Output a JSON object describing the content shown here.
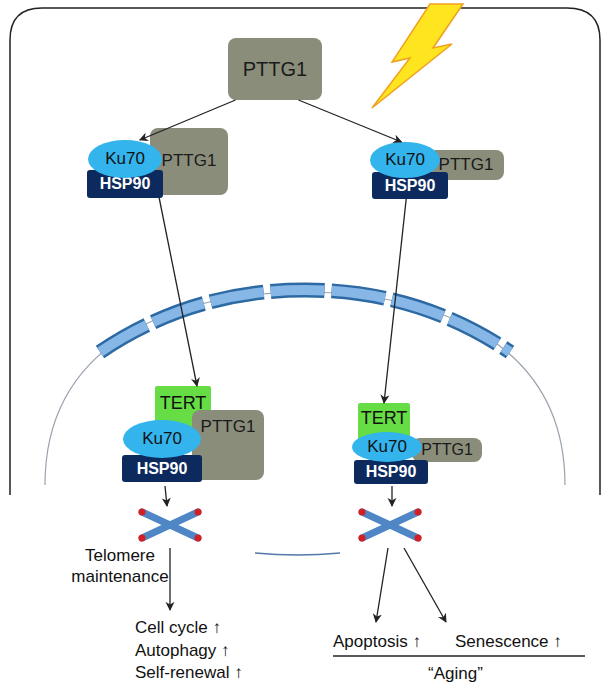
{
  "diagram": {
    "nodes": [
      {
        "text": [
          "PTTG1"
        ]
      },
      {
        "text": [
          "Ku70"
        ]
      },
      {
        "text": [
          "PTTG1"
        ]
      },
      {
        "text": [
          "HSP90"
        ]
      },
      {
        "text": [
          "Ku70"
        ]
      },
      {
        "text": [
          "PTTG1"
        ]
      },
      {
        "text": [
          "HSP90"
        ]
      },
      {
        "text": [
          "TERT"
        ]
      },
      {
        "text": [
          "Ku70"
        ]
      },
      {
        "text": [
          "PTTG1"
        ]
      },
      {
        "text": [
          "HSP90"
        ]
      },
      {
        "text": [
          "TERT"
        ]
      },
      {
        "text": [
          "Ku70"
        ]
      },
      {
        "text": [
          "PTTG1"
        ]
      },
      {
        "text": [
          "HSP90"
        ]
      }
    ],
    "edges": [
      {
        "from": 0,
        "to": 1,
        "arrow": "to"
      },
      {
        "from": 0,
        "to": 4,
        "arrow": "to"
      },
      {
        "from": 3,
        "to": 7,
        "arrow": "to"
      },
      {
        "from": 6,
        "to": 11,
        "arrow": "to"
      }
    ],
    "labels": [
      "Telomere maintenance",
      "Cell cycle ↑",
      "Autophagy ↑",
      "Self-renewal ↑",
      "Apoptosis ↑",
      "Senescence ↑",
      "“Aging”"
    ]
  }
}
